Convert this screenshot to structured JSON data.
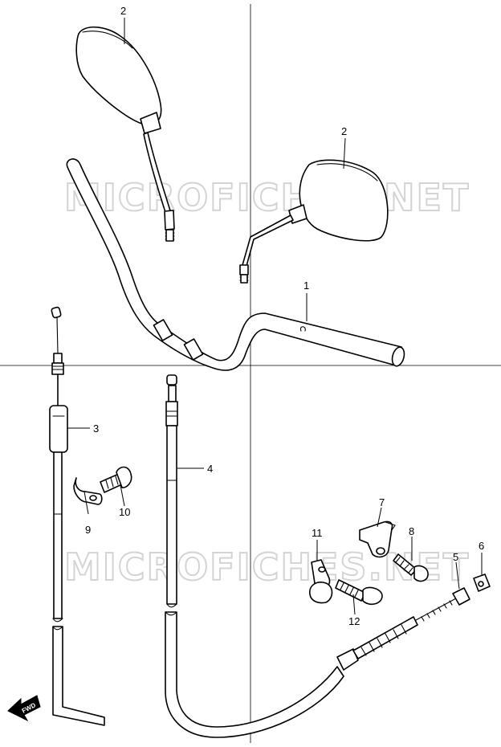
{
  "watermark": "MICROFICHES.NET",
  "fwd_label": "FWD",
  "callouts": {
    "mirror_left": "2",
    "mirror_right": "2",
    "handlebar": "1",
    "throttle_cable": "3",
    "clutch_cable": "4",
    "adjuster_nut_5": "5",
    "adjuster_nut_6": "6",
    "bracket_7": "7",
    "bolt_8": "8",
    "clamp_9": "9",
    "bolt_10": "10",
    "clamp_11": "11",
    "bolt_12": "12"
  }
}
